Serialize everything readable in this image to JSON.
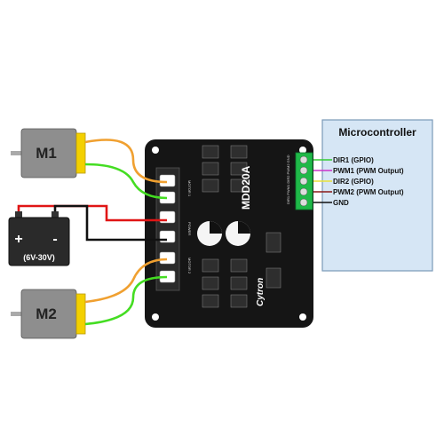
{
  "microcontroller": {
    "title": "Microcontroller",
    "pins": [
      {
        "label": "DIR1 (GPIO)",
        "color": "#33cc33"
      },
      {
        "label": "PWM1 (PWM Output)",
        "color": "#cc33cc"
      },
      {
        "label": "DIR2 (GPIO)",
        "color": "#e8e23a"
      },
      {
        "label": "PWM2 (PWM Output)",
        "color": "#8b1a1a"
      },
      {
        "label": "GND",
        "color": "#111111"
      }
    ]
  },
  "motors": [
    {
      "label": "M1"
    },
    {
      "label": "M2"
    }
  ],
  "battery": {
    "label": "(6V-30V)",
    "plus": "+",
    "minus": "-"
  },
  "board": {
    "model": "MDD20A",
    "brand": "Cytron",
    "silk_motor1": "MOTOR 1",
    "silk_power": "POWER",
    "silk_motor2": "MOTOR 2",
    "silk_pins": "DIR1 PWM1 DIR2 PWM2 GND"
  },
  "colors": {
    "board": "#151515",
    "mcu_fill": "#d6e6f5",
    "mcu_stroke": "#7a9ab8",
    "wire_orange": "#f0a030",
    "wire_green": "#44dd22",
    "wire_red": "#e01515",
    "wire_black": "#111111",
    "motor_body": "#8e8e8e",
    "motor_cap": "#f3d000",
    "terminal": "#1fb848"
  }
}
